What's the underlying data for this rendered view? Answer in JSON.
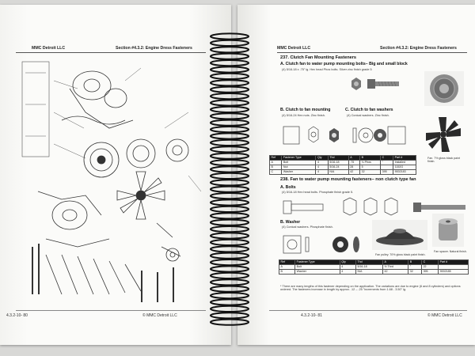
{
  "left_page": {
    "header_company": "MMC Detroit LLC",
    "header_section": "Section #4.3.2: Engine Dress Fasteners",
    "footer_page": "4.3.2-10- 80",
    "footer_copyright": "© MMC Detroit LLC"
  },
  "right_page": {
    "header_company": "MMC Detroit LLC",
    "header_section": "Section #4.3.2: Engine Dress Fasteners",
    "section_237_title": "237. Clutch Fan Mounting Fasteners",
    "sub_a_title": "A. Clutch fan to water pump mounting bolts– Big and small block",
    "sub_a_note": "(4) 5/16-18 x .75\" lg. Hex head Phos bolts. Silver zinc finish grade 5",
    "sub_b_title": "B. Clutch to fan mounting",
    "sub_b_note": "(4) 5/16-24 Hex nuts. Zinc finish.",
    "sub_c_title": "C. Clutch to fan washers",
    "sub_c_note": "(4) Conical washers. Zinc finish.",
    "fan_caption": "Fan. 7% gloss black paint finish.",
    "table_237": {
      "headers": [
        "Ref",
        "Fastener Type",
        "Qty",
        "Thd",
        "A",
        "B",
        "C",
        "Part #"
      ],
      "rows": [
        [
          "A",
          "Bolt",
          "4",
          "5/16-18",
          ".75",
          "¾ Phos",
          "\"",
          "Installed"
        ],
        [
          "B",
          "Nut",
          "4",
          "5/16-24",
          "28",
          "5",
          "",
          "1152G"
        ],
        [
          "C",
          "Washer",
          "4",
          "N/A",
          "42",
          "32",
          "395",
          "9002183"
        ]
      ]
    },
    "section_238_title": "238. Fan to water pump mounting fasteners– non clutch type fan",
    "sub_238a_title": "A. Bolts",
    "sub_238a_note": "(4) 5/16-18 Hex head bolts. Phosphate finish grade 5.",
    "sub_238b_title": "B. Washer",
    "sub_238b_note": "(4) Conical washers. Phosphate finish.",
    "pulley_caption": "Fan pulley. 70% gloss black paint finish.",
    "spacer_caption": "Fan spacer. Natural finish.",
    "table_238": {
      "headers": [
        "Ref",
        "Fastener Type",
        "Qty",
        "Thd",
        "A",
        "B",
        "C",
        "Part #"
      ],
      "rows": [
        [
          "A",
          "Bolt",
          "4",
          "5/16-18",
          "½ Thrd",
          "\"",
          "22",
          ""
        ],
        [
          "B",
          "Washer",
          "4",
          "N/A",
          "42",
          "32",
          "395",
          "9002185"
        ]
      ]
    },
    "footnote": "* There are many lengths of this fastener depending on the application. The variations are due to engine (6 and 8 cylinders) and options ordered. The fasteners increase in length by approx. .12 – .25 \"increments from 1.68 - 3.50\" lg.",
    "footer_page": "4.3.2-10- 81",
    "footer_copyright": "© MMC Detroit LLC"
  },
  "colors": {
    "page": "#fbfbf9",
    "ink": "#222222",
    "table_header": "#1a1a1a",
    "binding": "#111111"
  }
}
